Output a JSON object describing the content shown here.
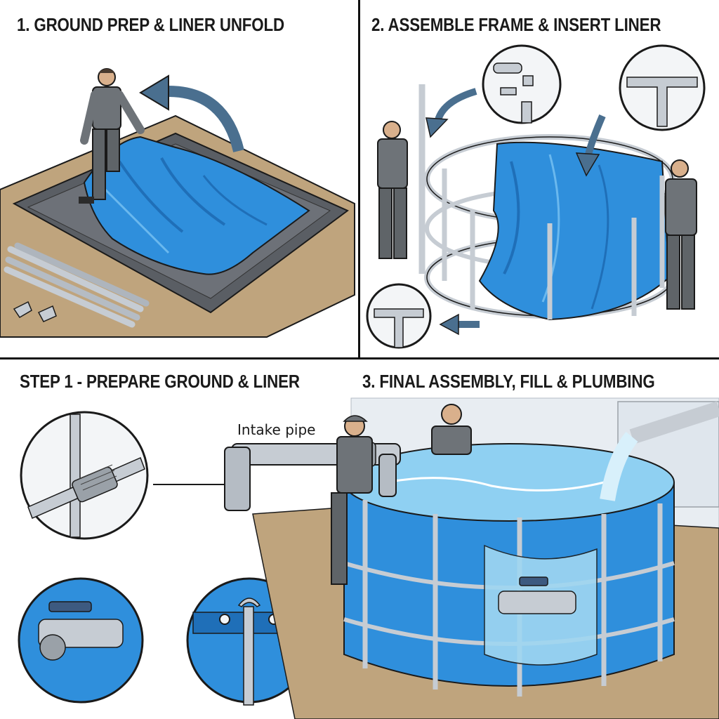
{
  "panels": {
    "top_left": {
      "heading": "1. GROUND PREP & LINER UNFOLD"
    },
    "top_right": {
      "heading": "2. ASSEMBLE FRAME & INSERT LINER"
    },
    "bottom_left": {
      "heading": "STEP 1 - PREPARE GROUND & LINER"
    },
    "bottom_right": {
      "heading": "3. FINAL ASSEMBLY, FILL & PLUMBING"
    }
  },
  "callouts": {
    "intake_pipe": "Intake pipe"
  },
  "colors": {
    "liner_blue": "#2f8fdc",
    "liner_dark": "#1f6fb8",
    "water": "#8fd0f2",
    "frame_gray": "#c6ccd3",
    "ground": "#b8a07a",
    "underlay": "#55595f",
    "worker": "#6e7378",
    "outline": "#1a1a1a"
  },
  "icons": [
    "curved-arrow-icon",
    "pipe-fitting-icon",
    "bolt-icon",
    "nut-icon",
    "corner-joint-icon",
    "mesh-strainer-icon",
    "drain-valve-icon",
    "liner-hook-icon"
  ]
}
